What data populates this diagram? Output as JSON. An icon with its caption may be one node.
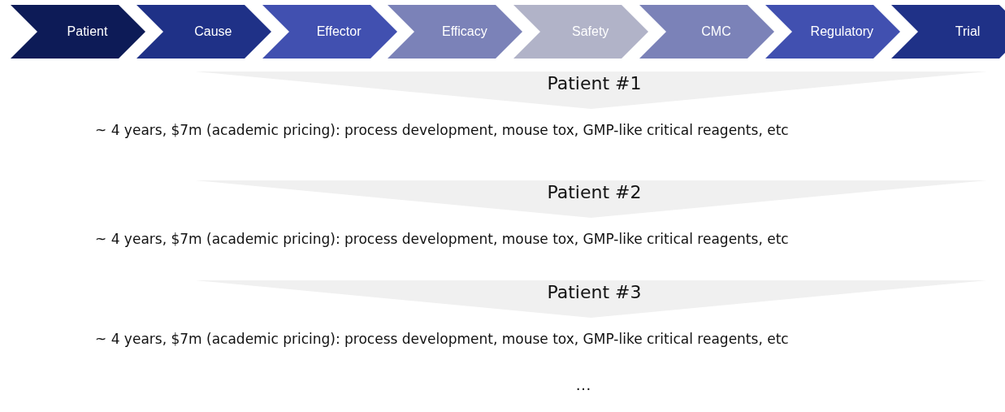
{
  "diagram": {
    "nodes": [
      {
        "text": [
          "Patient"
        ]
      },
      {
        "text": [
          "Cause"
        ]
      },
      {
        "text": [
          "Effector"
        ]
      },
      {
        "text": [
          "Efficacy"
        ]
      },
      {
        "text": [
          "Safety"
        ]
      },
      {
        "text": [
          "CMC"
        ]
      },
      {
        "text": [
          "Regulatory"
        ]
      },
      {
        "text": [
          "Trial"
        ]
      },
      {
        "text": [
          "Patient #1"
        ],
        "beside": [
          "~ 4 years, $7m (academic pricing): process development, mouse tox, GMP-like critical reagents, etc"
        ]
      },
      {
        "text": [
          "Patient #2"
        ],
        "beside": [
          "~ 4 years, $7m (academic pricing): process development, mouse tox, GMP-like critical reagents, etc"
        ]
      },
      {
        "text": [
          "Patient #3"
        ],
        "beside": [
          "~ 4 years, $7m (academic pricing): process development, mouse tox, GMP-like critical reagents, etc"
        ]
      }
    ],
    "labels": [
      "…"
    ]
  }
}
